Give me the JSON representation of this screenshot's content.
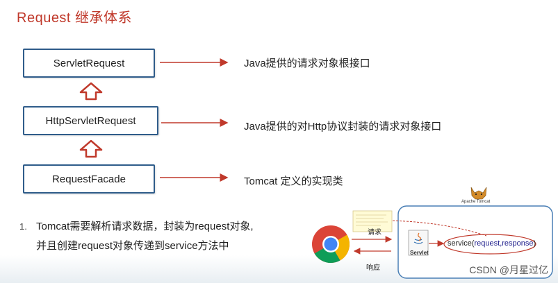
{
  "title": "Request 继承体系",
  "hierarchy": [
    {
      "name": "ServletRequest",
      "description": "Java提供的请求对象根接口"
    },
    {
      "name": "HttpServletRequest",
      "description": "Java提供的对Http协议封装的请求对象接口"
    },
    {
      "name": "RequestFacade",
      "description": "Tomcat 定义的实现类"
    }
  ],
  "note": {
    "number": "1.",
    "line1": "Tomcat需要解析请求数据，封装为request对象,",
    "line2": "并且创建request对象传递到service方法中"
  },
  "illustration": {
    "request_label": "请求",
    "response_label": "响应",
    "tomcat_caption": "Apache Tomcat",
    "servlet_label": "Servlet",
    "service_prefix": "service(",
    "service_args": "request,response",
    "service_suffix": ")"
  },
  "watermark": "CSDN @月星过亿",
  "colors": {
    "title": "#c0392b",
    "box_border": "#2f5c8a",
    "arrow": "#c0392b",
    "container_border": "#4a7fb5"
  }
}
